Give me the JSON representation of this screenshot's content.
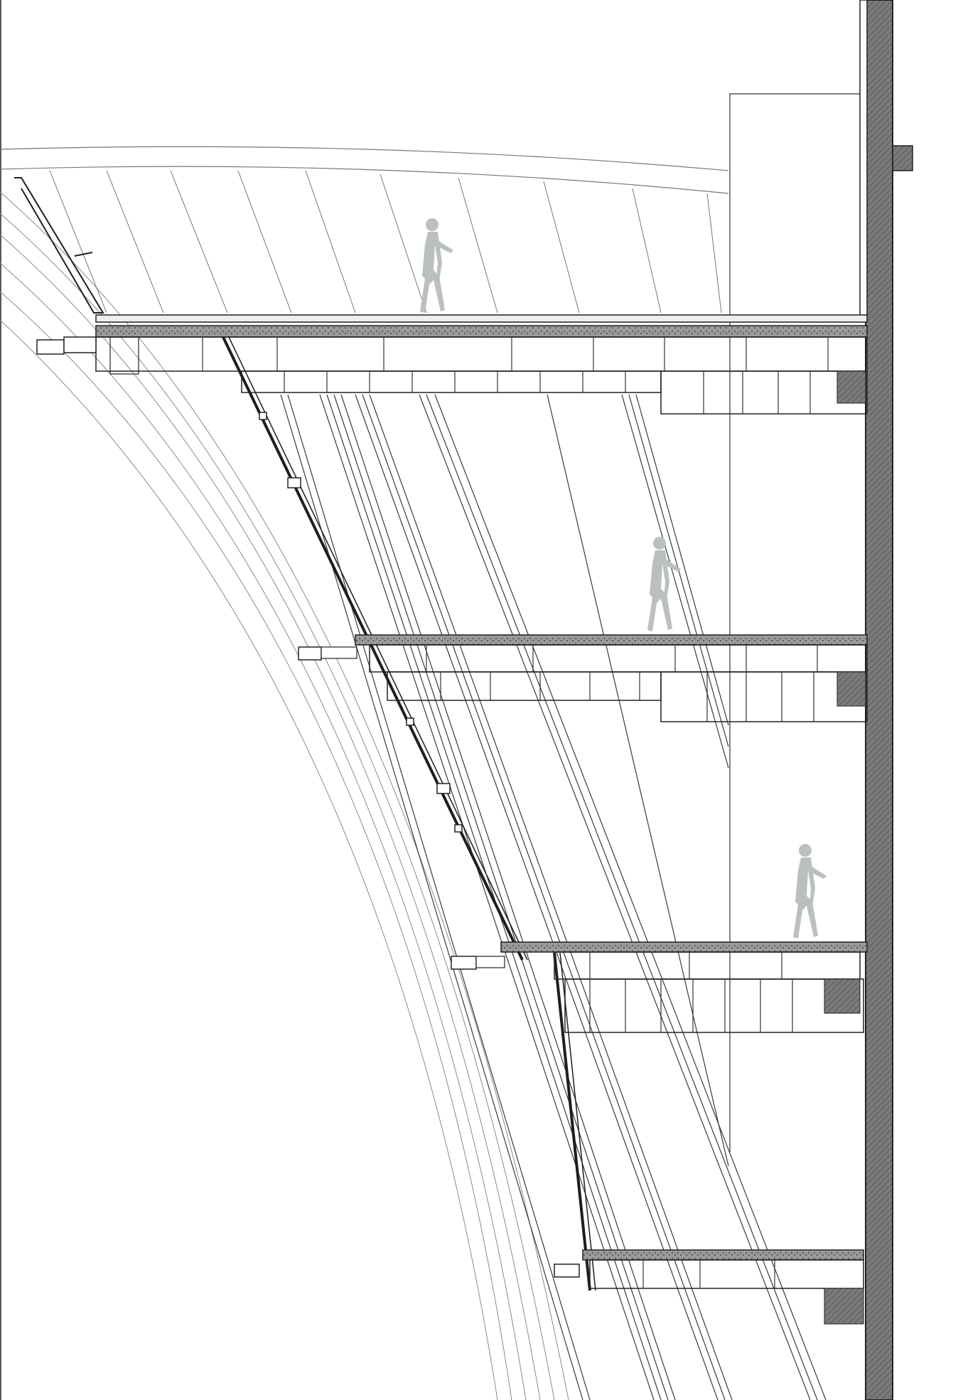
{
  "drawing": {
    "kind": "architectural-section",
    "floors": 4,
    "people": [
      {
        "icon": "person-silhouette-icon",
        "floor": 1
      },
      {
        "icon": "person-silhouette-icon",
        "floor": 2
      },
      {
        "icon": "person-silhouette-icon",
        "floor": 3
      }
    ],
    "colors": {
      "line": "#2b2b2b",
      "guide": "#8a8a8a",
      "concrete": "#6e6e6e",
      "silhouette": "#b9c0be",
      "background": "#ffffff"
    }
  }
}
